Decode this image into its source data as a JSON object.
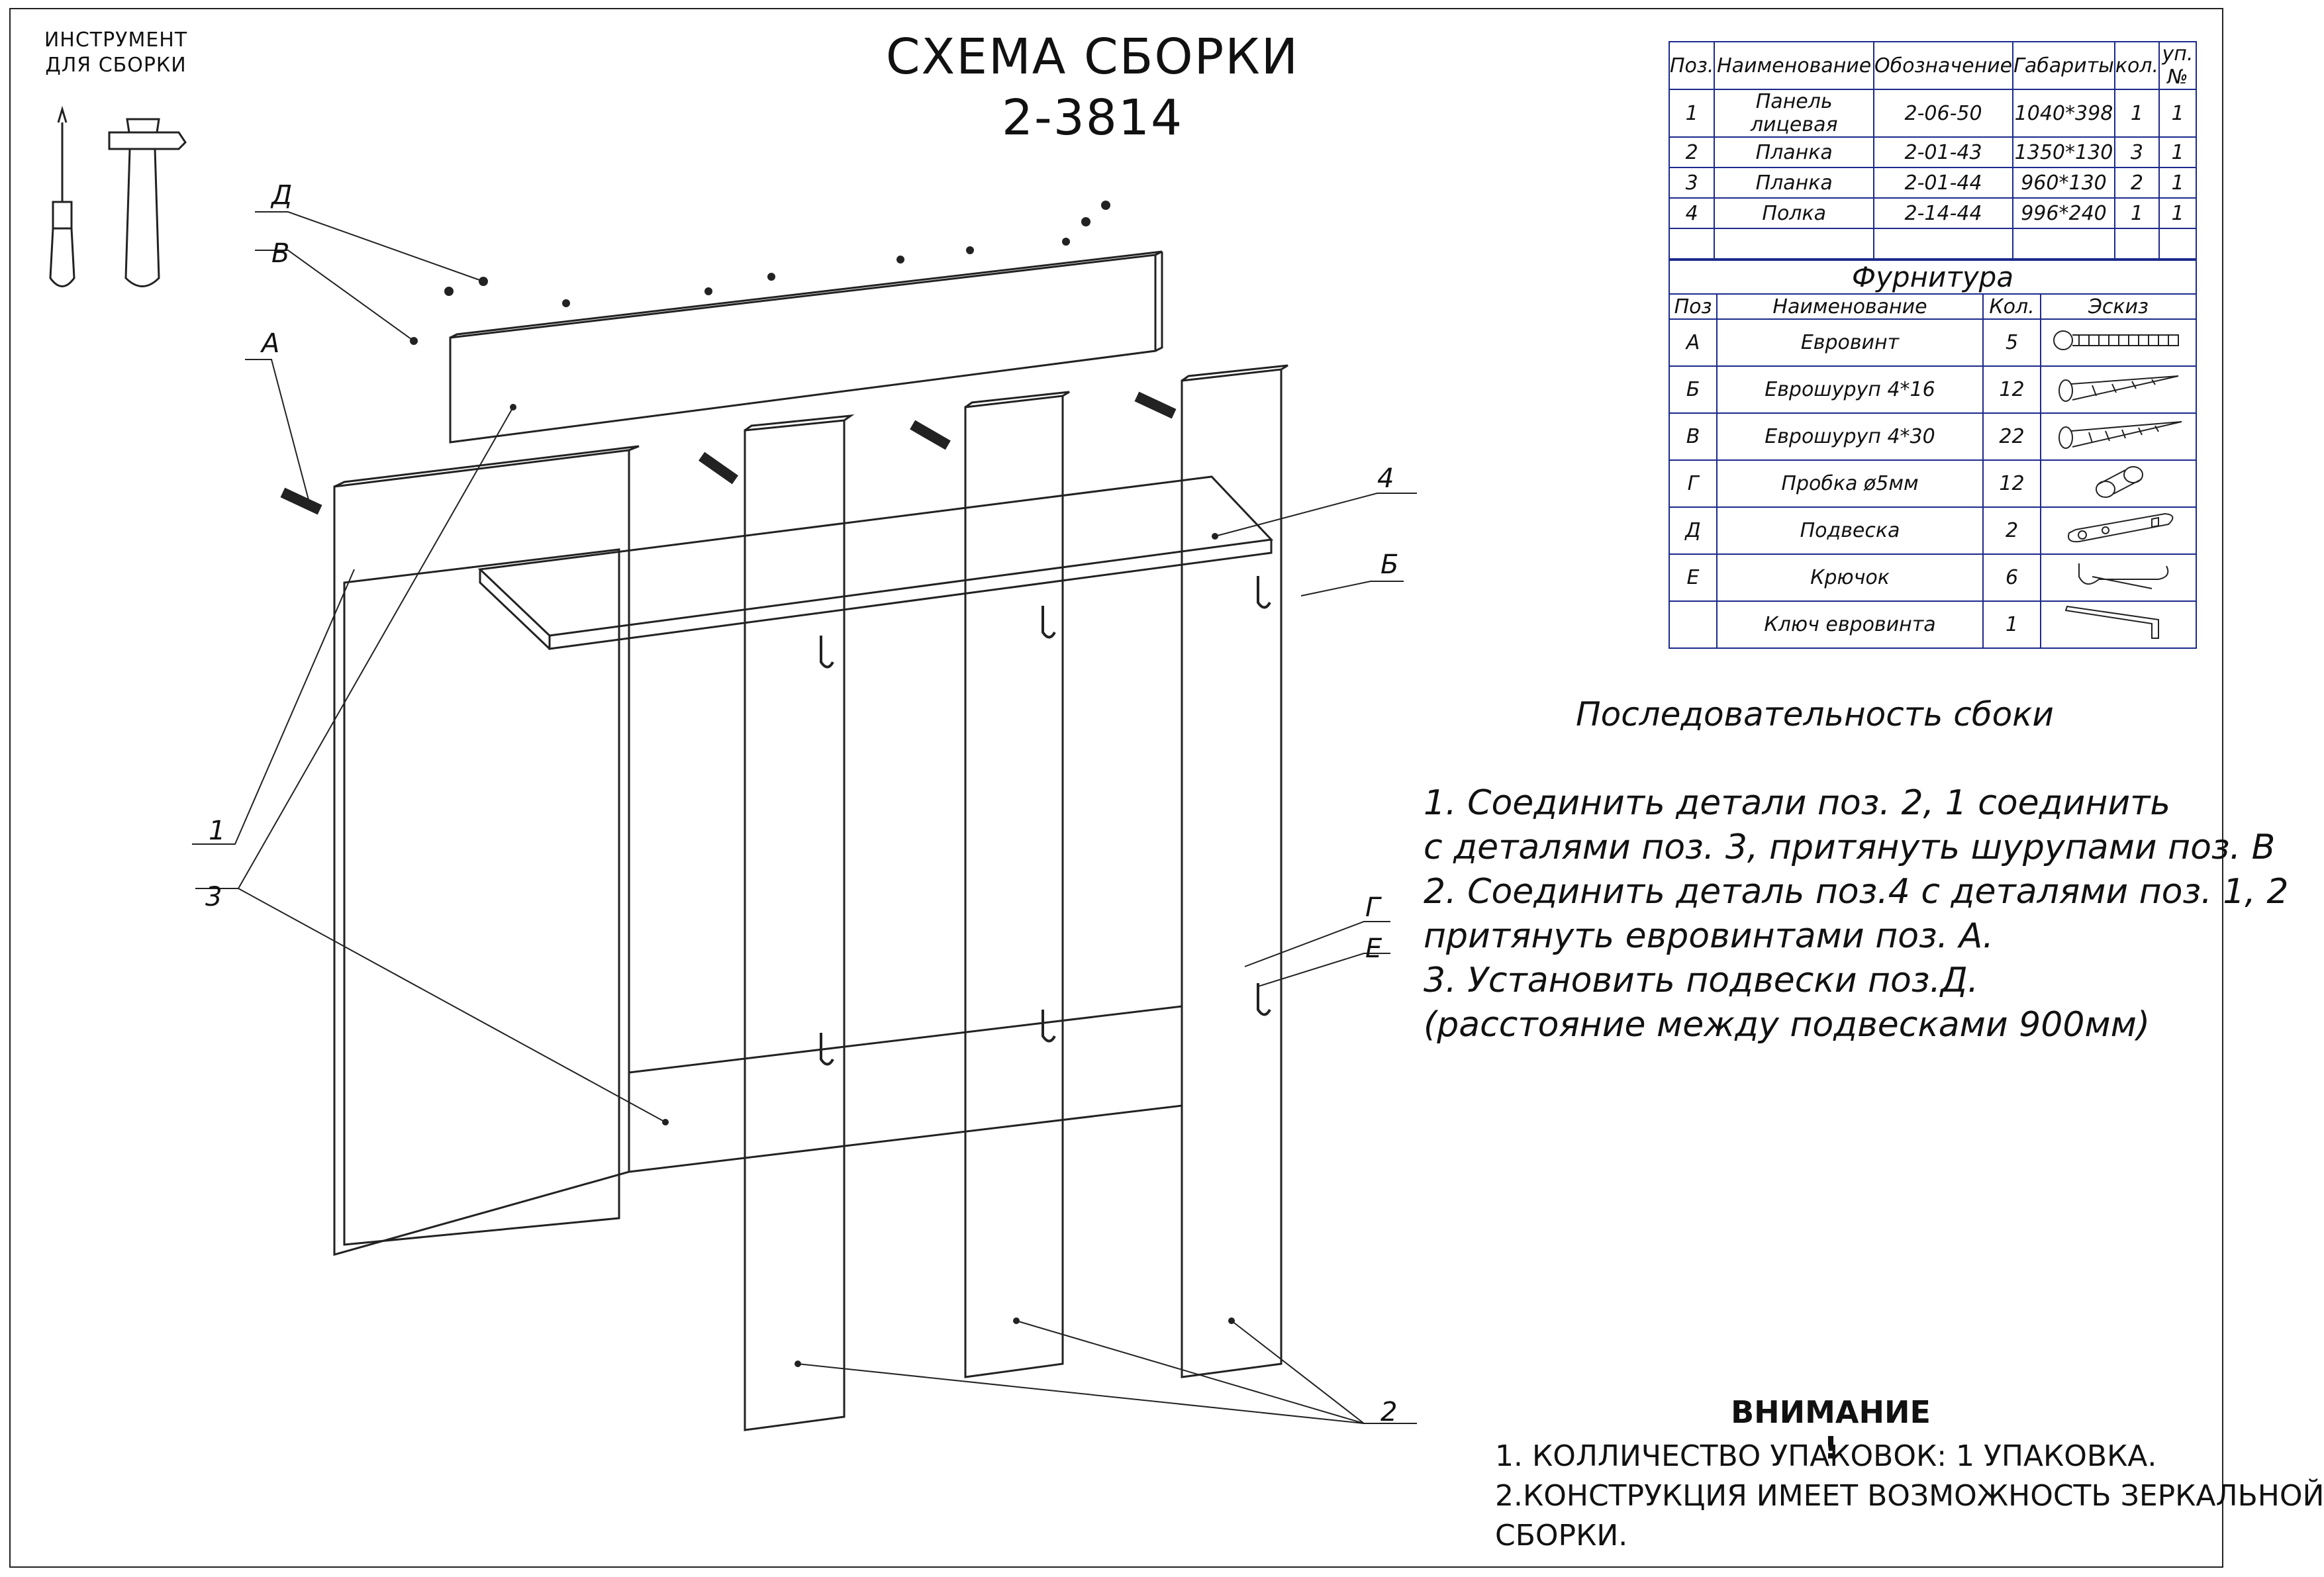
{
  "tools": {
    "title_line1": "ИНСТРУМЕНТ",
    "title_line2": "ДЛЯ СБОРКИ",
    "icons": [
      "screwdriver-icon",
      "hammer-icon"
    ]
  },
  "title": {
    "line1": "СХЕМА СБОРКИ",
    "line2": "2-3814"
  },
  "parts_table": {
    "headers": [
      "Поз.",
      "Наименование",
      "Обозначение",
      "Габариты",
      "кол.",
      "уп.№"
    ],
    "rows": [
      [
        "1",
        "Панель лицевая",
        "2-06-50",
        "1040*398",
        "1",
        "1"
      ],
      [
        "2",
        "Планка",
        "2-01-43",
        "1350*130",
        "3",
        "1"
      ],
      [
        "3",
        "Планка",
        "2-01-44",
        "960*130",
        "2",
        "1"
      ],
      [
        "4",
        "Полка",
        "2-14-44",
        "996*240",
        "1",
        "1"
      ],
      [
        "",
        "",
        "",
        "",
        "",
        ""
      ]
    ]
  },
  "hardware_table": {
    "title": "Фурнитура",
    "headers": [
      "Поз",
      "Наименование",
      "Кол.",
      "Эскиз"
    ],
    "rows": [
      {
        "pos": "А",
        "name": "Евровинт",
        "qty": "5",
        "sketch": "eurobolt-icon"
      },
      {
        "pos": "Б",
        "name": "Еврошуруп 4*16",
        "qty": "12",
        "sketch": "screw-short-icon"
      },
      {
        "pos": "В",
        "name": "Еврошуруп 4*30",
        "qty": "22",
        "sketch": "screw-long-icon"
      },
      {
        "pos": "Г",
        "name": "Пробка ø5мм",
        "qty": "12",
        "sketch": "plug-icon"
      },
      {
        "pos": "Д",
        "name": "Подвеска",
        "qty": "2",
        "sketch": "hanger-plate-icon"
      },
      {
        "pos": "Е",
        "name": "Крючок",
        "qty": "6",
        "sketch": "hook-icon"
      },
      {
        "pos": "",
        "name": "Ключ евровинта",
        "qty": "1",
        "sketch": "hex-key-icon"
      }
    ]
  },
  "sequence": {
    "title": "Последовательность сбоки",
    "lines": [
      "1.  Соединить детали поз. 2, 1 соединить",
      "с деталями поз. 3, притянуть шурупами поз. В",
      "2.  Соединить деталь поз.4 с деталями поз. 1, 2",
      " притянуть евровинтами поз. А.",
      "3.  Установить подвески поз.Д.",
      "(расстояние между подвесками 900мм)"
    ]
  },
  "warning": {
    "title": "ВНИМАНИЕ !",
    "lines": [
      "1. КОЛЛИЧЕСТВО УПАКОВОК: 1 УПАКОВКА.",
      "2.КОНСТРУКЦИЯ ИМЕЕТ ВОЗМОЖНОСТЬ ЗЕРКАЛЬНОЙ",
      "СБОРКИ."
    ]
  },
  "callouts": {
    "D": "Д",
    "V": "В",
    "A": "А",
    "one": "1",
    "three": "3",
    "four": "4",
    "B": "Б",
    "G": "Г",
    "E": "Е",
    "two": "2"
  }
}
